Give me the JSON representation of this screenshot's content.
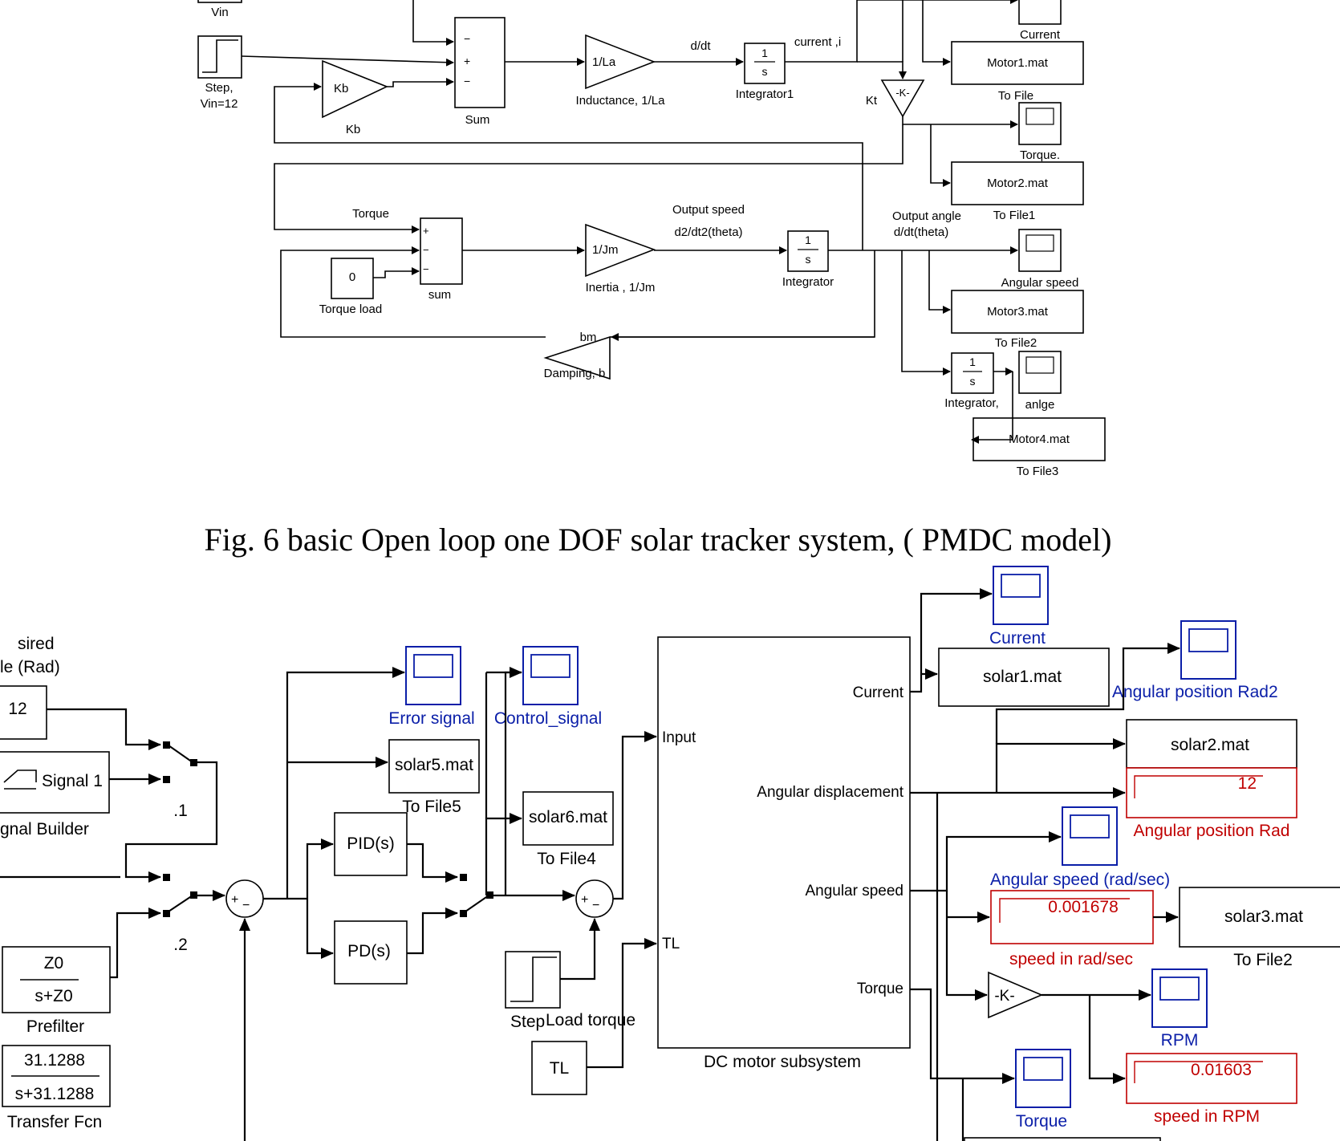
{
  "top_diagram": {
    "vin_label": "Vin",
    "step_label_1": "Step,",
    "step_label_2": "Vin=12",
    "kb_gain": "Kb",
    "kb_label": "Kb",
    "sum_label": "Sum",
    "inductance_gain": "1/La",
    "inductance_label": "Inductance, 1/La",
    "didt_label": "d/dt",
    "integrator1_num": "1",
    "integrator1_den": "s",
    "integrator1_label": "Integrator1",
    "current_signal": "current ,i",
    "kt_gain": "-K-",
    "kt_label": "Kt",
    "current_scope": "Current",
    "motor1_file": "Motor1.mat",
    "tofile_label": "To File",
    "torque_scope": "Torque.",
    "motor2_file": "Motor2.mat",
    "tofile1_label": "To File1",
    "torque_signal": "Torque",
    "sum2_label": "sum",
    "const_value": "0",
    "torque_load_label": "Torque load",
    "inertia_gain": "1/Jm",
    "inertia_label": "Inertia , 1/Jm",
    "output_speed_1": "Output speed",
    "output_speed_2": "d2/dt2(theta)",
    "integrator_num": "1",
    "integrator_den": "s",
    "integrator_label": "Integrator",
    "output_angle_1": "Output angle",
    "output_angle_2": "d/dt(theta)",
    "angular_speed_scope": "Angular speed",
    "motor3_file": "Motor3.mat",
    "tofile2_label": "To File2",
    "damping_gain": "bm",
    "damping_label": "Damping, b",
    "integrator3_num": "1",
    "integrator3_den": "s",
    "integrator3_label": "Integrator,",
    "angle_scope": "anlge",
    "motor4_file": "Motor4.mat",
    "tofile3_label": "To File3"
  },
  "caption": "Fig. 6 basic Open loop one DOF solar tracker system, ( PMDC model)",
  "bottom_diagram": {
    "desired_1": "sired",
    "desired_2": "le (Rad)",
    "const_12": "12",
    "signal1": "Signal 1",
    "signal_builder": "gnal Builder",
    "switch1": ".1",
    "switch2": ".2",
    "prefilter_num": "Z0",
    "prefilter_den": "s+Z0",
    "prefilter_label": "Prefilter",
    "tf_num": "31.1288",
    "tf_den": "s+31.1288",
    "tf_label": "Transfer Fcn",
    "error_scope": "Error signal",
    "control_scope": "Control_signal",
    "solar5_file": "solar5.mat",
    "tofile5_label": "To File5",
    "solar6_file": "solar6.mat",
    "tofile4_label": "To File4",
    "pid_block": "PID(s)",
    "pd_block": "PD(s)",
    "step_label": "Step",
    "load_torque_label": "Load torque",
    "tl_const": "TL",
    "port_input": "Input",
    "port_tl": "TL",
    "port_current": "Current",
    "port_angdisp": "Angular displacement",
    "port_angspeed": "Angular speed",
    "port_torque": "Torque",
    "subsystem_label": "DC motor subsystem",
    "current_scope": "Current",
    "solar1_file": "solar1.mat",
    "angpos_rad2_scope": "Angular position Rad2",
    "solar2_file": "solar2.mat",
    "display_12": "12",
    "angpos_rad_label": "Angular position Rad",
    "angspeed_scope": "Angular speed (rad/sec)",
    "display_speed": "0.001678",
    "speed_rad_label": "speed in rad/sec",
    "solar3_file": "solar3.mat",
    "tofile2_label": "To File2",
    "k_gain": "-K-",
    "rpm_scope": "RPM",
    "display_rpm": "0.01603",
    "speed_rpm_label": "speed in RPM",
    "torque_scope": "Torque"
  },
  "colors": {
    "block_blue": "#0a1ea8",
    "display_red": "#c00000",
    "line_black": "#000000"
  }
}
